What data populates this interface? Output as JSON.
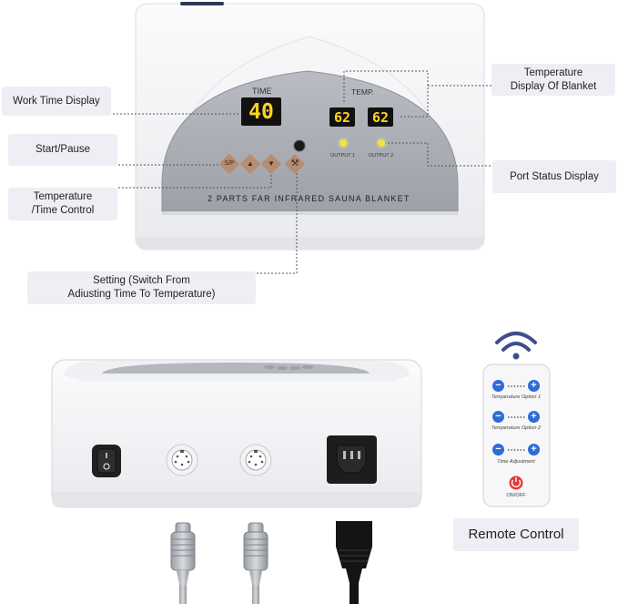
{
  "callouts": {
    "work_time": "Work Time Display",
    "start_pause": "Start/Pause",
    "temp_time_control_1": "Temperature",
    "temp_time_control_2": "/Time Control",
    "setting_1": "Setting (Switch From",
    "setting_2": "Adiusting Time To Temperature)",
    "temp_display_1": "Temperature",
    "temp_display_2": "Display Of Blanket",
    "port_status": "Port Status Display",
    "remote": "Remote Control"
  },
  "panel": {
    "time_label": "TIME",
    "time_value": "40",
    "temp_label": "TEMP.",
    "temp1_value": "62",
    "temp2_value": "62",
    "output1": "OUTPUT 1",
    "output2": "OUTPUT 2",
    "product_name": "2 PARTS FAR INFRARED SAUNA BLANKET",
    "key_start": "S/P"
  },
  "remote": {
    "option1": "Temperature Option 1",
    "option2": "Temperature Option 2",
    "time_adj": "Time Adjustment",
    "onoff": "ON/OFF"
  },
  "colors": {
    "callout_bg": "#eeeef4",
    "lcd_digits": "#ffd21f",
    "panel_grey": "#a9acb2",
    "key_brown": "#b68d70",
    "remote_blue": "#2e6bd8",
    "power_red": "#e53935"
  }
}
